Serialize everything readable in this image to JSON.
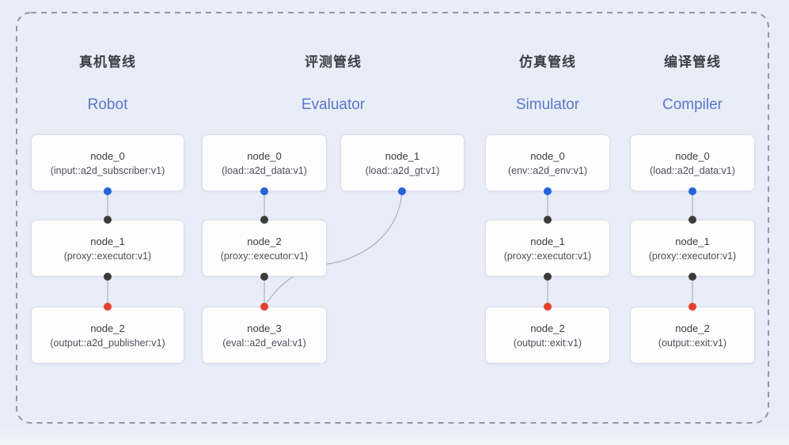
{
  "diagram": {
    "pipelines": [
      {
        "title_zh": "真机管线",
        "title_en": "Robot",
        "nodes": [
          {
            "name": "node_0",
            "spec": "(input::a2d_subscriber:v1)"
          },
          {
            "name": "node_1",
            "spec": "(proxy::executor:v1)"
          },
          {
            "name": "node_2",
            "spec": "(output::a2d_publisher:v1)"
          }
        ]
      },
      {
        "title_zh": "评测管线",
        "title_en": "Evaluator",
        "nodes": [
          {
            "name": "node_0",
            "spec": "(load::a2d_data:v1)"
          },
          {
            "name": "node_1",
            "spec": "(load::a2d_gt:v1)"
          },
          {
            "name": "node_2",
            "spec": "(proxy::executor:v1)"
          },
          {
            "name": "node_3",
            "spec": "(eval::a2d_eval:v1)"
          }
        ]
      },
      {
        "title_zh": "仿真管线",
        "title_en": "Simulator",
        "nodes": [
          {
            "name": "node_0",
            "spec": "(env::a2d_env:v1)"
          },
          {
            "name": "node_1",
            "spec": "(proxy::executor:v1)"
          },
          {
            "name": "node_2",
            "spec": "(output::exit:v1)"
          }
        ]
      },
      {
        "title_zh": "编译管线",
        "title_en": "Compiler",
        "nodes": [
          {
            "name": "node_0",
            "spec": "(load::a2d_data:v1)"
          },
          {
            "name": "node_1",
            "spec": "(proxy::executor:v1)"
          },
          {
            "name": "node_2",
            "spec": "(output::exit:v1)"
          }
        ]
      }
    ],
    "edges": [
      {
        "pipeline": "Robot",
        "from": "node_0",
        "to": "node_1"
      },
      {
        "pipeline": "Robot",
        "from": "node_1",
        "to": "node_2"
      },
      {
        "pipeline": "Evaluator",
        "from": "node_0",
        "to": "node_2"
      },
      {
        "pipeline": "Evaluator",
        "from": "node_1",
        "to": "node_3"
      },
      {
        "pipeline": "Evaluator",
        "from": "node_2",
        "to": "node_3"
      },
      {
        "pipeline": "Simulator",
        "from": "node_0",
        "to": "node_1"
      },
      {
        "pipeline": "Simulator",
        "from": "node_1",
        "to": "node_2"
      },
      {
        "pipeline": "Compiler",
        "from": "node_0",
        "to": "node_1"
      },
      {
        "pipeline": "Compiler",
        "from": "node_1",
        "to": "node_2"
      }
    ],
    "colors": {
      "background": "#e9edf8",
      "frame_dash": "#9099a6",
      "node_bg": "#fdfdfe",
      "node_border": "#d9dde6",
      "edge": "#a9b2c2",
      "subtitle_blue": "#5b76ca",
      "port_source_blue": "#2563d9",
      "port_proxy_dark": "#3b3b3b",
      "port_sink_red": "#e5402e"
    }
  }
}
